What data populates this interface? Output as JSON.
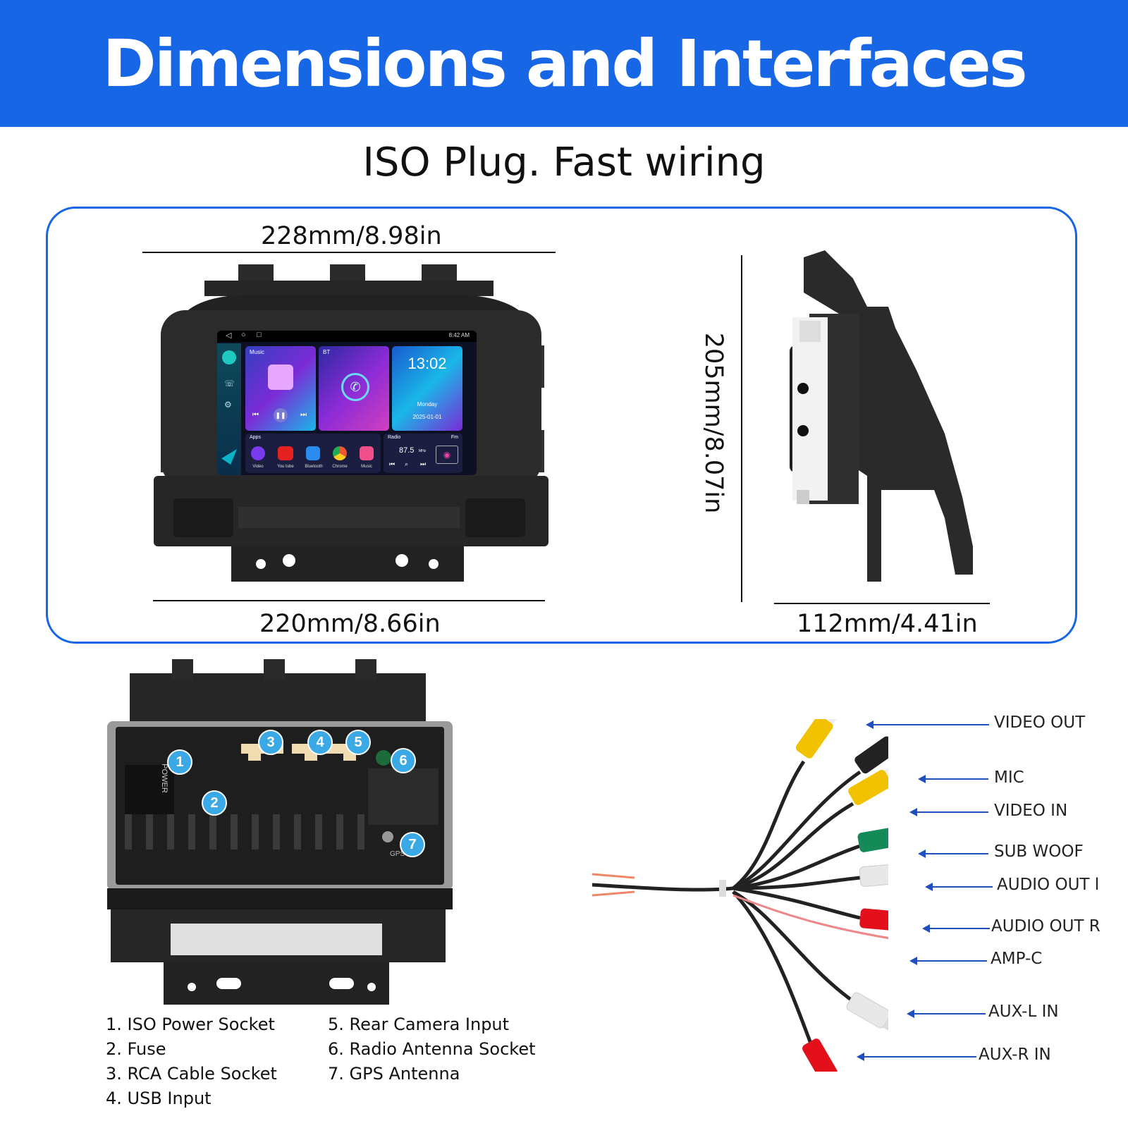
{
  "header": {
    "title": "Dimensions and Interfaces",
    "subtitle": "ISO Plug. Fast wiring"
  },
  "dimensions": {
    "top_width": "228mm/8.98in",
    "bottom_width": "220mm/8.66in",
    "height": "205mm/8.07in",
    "depth": "112mm/4.41in"
  },
  "screen": {
    "status_time": "8:42 AM",
    "music_label": "Music",
    "bt_label": "BT",
    "clock": "13:02",
    "day": "Monday",
    "date": "2025-01-01",
    "apps_label": "Apps",
    "radio_label": "Radio",
    "fm_label": "Fm",
    "frequency": "87.5",
    "frequency_unit": "MHz",
    "apps": [
      "Video",
      "You tube",
      "Bluetooth",
      "Chrome",
      "Music"
    ]
  },
  "back_panel": {
    "markers": [
      "1",
      "2",
      "3",
      "4",
      "5",
      "6",
      "7"
    ],
    "power_label": "POWER",
    "gps_label": "GPS"
  },
  "legend": {
    "left": [
      "1. ISO Power Socket",
      "2. Fuse",
      "3. RCA Cable Socket",
      "4. USB Input"
    ],
    "right": [
      "5. Rear Camera Input",
      "6. Radio Antenna Socket",
      "7. GPS Antenna"
    ]
  },
  "cables": [
    "VIDEO OUT",
    "MIC",
    "VIDEO IN",
    "SUB WOOF",
    "AUDIO OUT l",
    "AUDIO OUT R",
    "AMP-C",
    "AUX-L IN",
    "AUX-R IN"
  ],
  "colors": {
    "brand_blue": "#1766e6",
    "arrow_blue": "#1f4fbf",
    "rca_yellow": "#f2c200",
    "rca_black": "#222222",
    "rca_green": "#138a57",
    "rca_white": "#e8e8e8",
    "rca_red": "#e3101c"
  }
}
